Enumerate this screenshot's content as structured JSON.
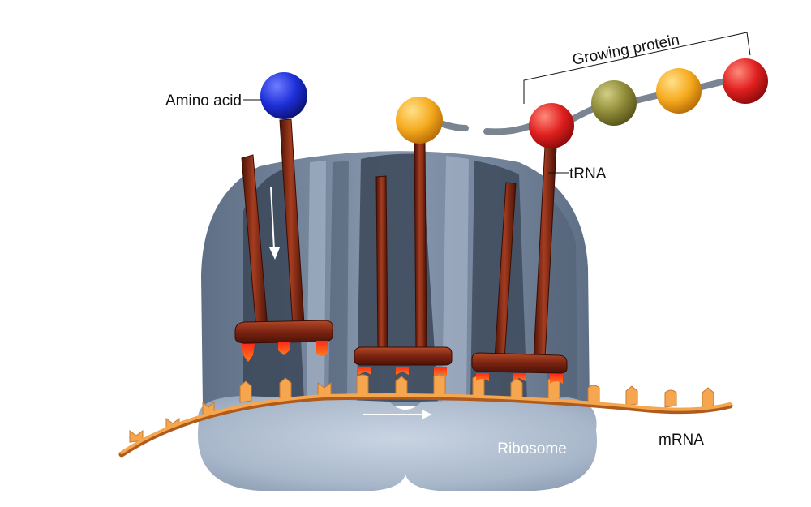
{
  "labels": {
    "growing_protein": "Growing protein",
    "amino_acid": "Amino acid",
    "trna": "tRNA",
    "mrna": "mRNA",
    "ribosome": "Ribosome"
  },
  "colors": {
    "background": "#ffffff",
    "ribosome_large": "#7d8fa8",
    "ribosome_small": "#a9b8cb",
    "trna": "#7b2412",
    "anticodon": "#ff4a14",
    "mrna": "#f6a64f",
    "amino_blue": "#1d2fd8",
    "amino_orange": "#f4a51b",
    "amino_red": "#e31e1e",
    "amino_olive": "#8d8a35",
    "peptide_bond": "#7b8592"
  }
}
